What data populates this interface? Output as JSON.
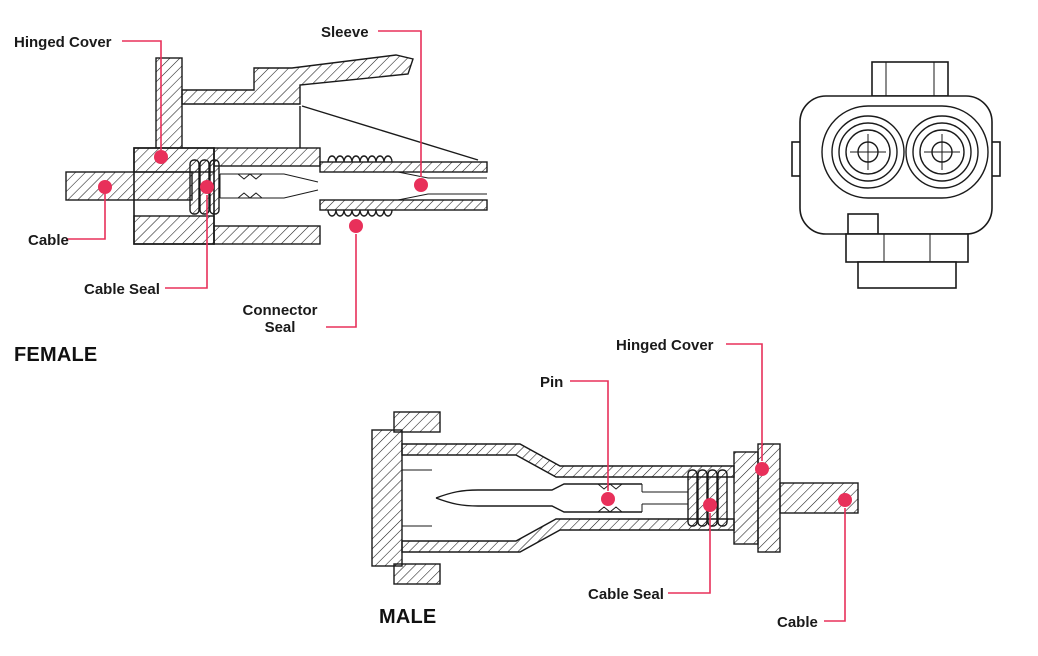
{
  "colors": {
    "accent": "#e8305a",
    "ink": "#1a1a1a",
    "background": "#ffffff"
  },
  "female": {
    "title": "FEMALE",
    "labels": {
      "hinged_cover": "Hinged Cover",
      "sleeve": "Sleeve",
      "cable": "Cable",
      "cable_seal": "Cable Seal",
      "connector_seal": "Connector Seal"
    }
  },
  "male": {
    "title": "MALE",
    "labels": {
      "pin": "Pin",
      "hinged_cover": "Hinged Cover",
      "cable_seal": "Cable Seal",
      "cable": "Cable"
    }
  }
}
